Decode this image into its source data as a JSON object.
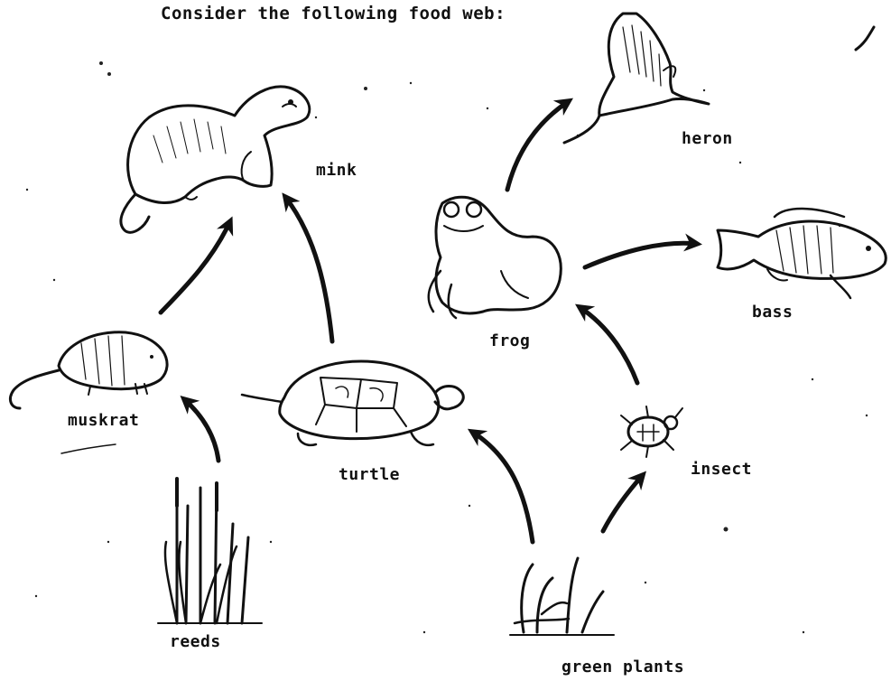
{
  "title": "Consider the following food web:",
  "organisms": {
    "mink": "mink",
    "heron": "heron",
    "frog": "frog",
    "bass": "bass",
    "muskrat": "muskrat",
    "turtle": "turtle",
    "insect": "insect",
    "reeds": "reeds",
    "green_plants": "green plants"
  },
  "feeding_links": [
    {
      "from": "reeds",
      "to": "muskrat"
    },
    {
      "from": "muskrat",
      "to": "mink"
    },
    {
      "from": "turtle",
      "to": "mink"
    },
    {
      "from": "green plants",
      "to": "turtle"
    },
    {
      "from": "green plants",
      "to": "insect"
    },
    {
      "from": "insect",
      "to": "frog"
    },
    {
      "from": "frog",
      "to": "heron"
    },
    {
      "from": "frog",
      "to": "bass"
    }
  ],
  "colors": {
    "ink": "#111111",
    "paper": "#ffffff"
  }
}
